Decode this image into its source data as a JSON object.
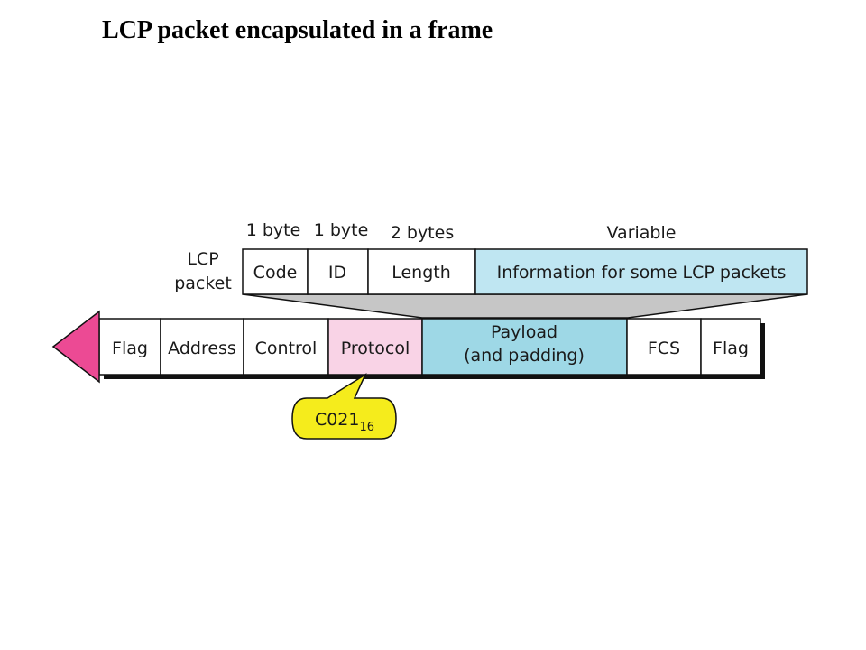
{
  "title": "LCP packet encapsulated in a frame",
  "lcp": {
    "label_line1": "LCP",
    "label_line2": "packet",
    "sizes": [
      "1 byte",
      "1 byte",
      "2 bytes",
      "Variable"
    ],
    "fields": [
      "Code",
      "ID",
      "Length",
      "Information for some LCP packets"
    ]
  },
  "frame": {
    "fields": [
      "Flag",
      "Address",
      "Control",
      "Protocol"
    ],
    "payload_line1": "Payload",
    "payload_line2": "(and padding)",
    "trailer": [
      "FCS",
      "Flag"
    ]
  },
  "callout": {
    "value": "C021",
    "subscript": "16"
  },
  "colors": {
    "info_fill": "#bfe6f2",
    "payload_fill": "#9ed8e6",
    "protocol_fill": "#f9d3e6",
    "arrow_fill": "#ec4a94",
    "callout_fill": "#f5ec1c",
    "expand_fill": "#c6c6c6"
  }
}
